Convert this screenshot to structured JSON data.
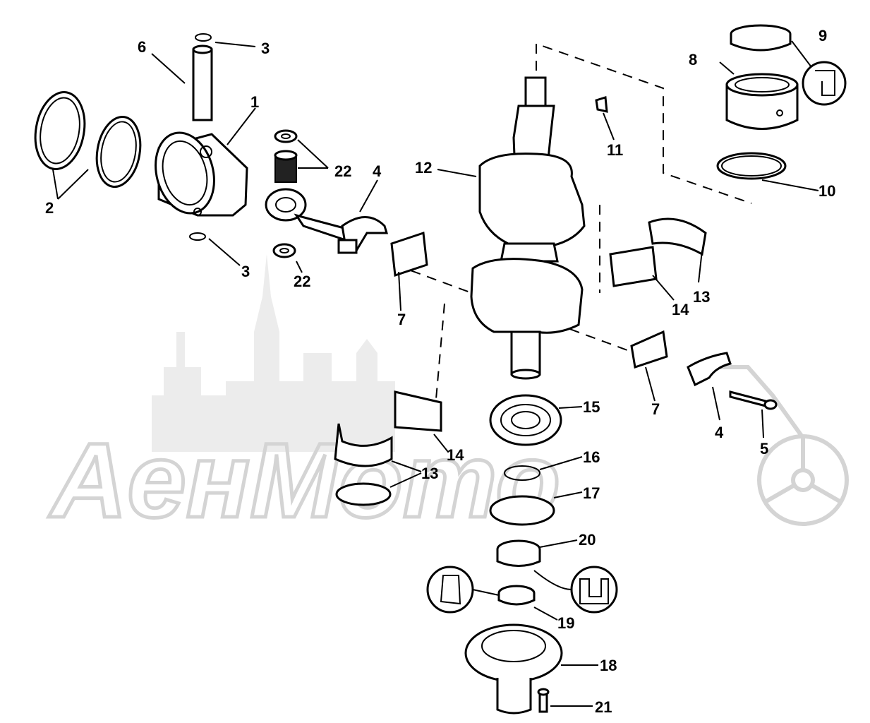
{
  "watermark": {
    "text": "AeнMoто"
  },
  "callouts": {
    "c1": "1",
    "c2": "2",
    "c3a": "3",
    "c3b": "3",
    "c4a": "4",
    "c4b": "4",
    "c5": "5",
    "c6": "6",
    "c7a": "7",
    "c7b": "7",
    "c8": "8",
    "c9": "9",
    "c10": "10",
    "c11": "11",
    "c12": "12",
    "c13a": "13",
    "c13b": "13",
    "c14a": "14",
    "c14b": "14",
    "c15": "15",
    "c16": "16",
    "c17": "17",
    "c18": "18",
    "c19": "19",
    "c20": "20",
    "c21": "21",
    "c22a": "22",
    "c22b": "22"
  }
}
